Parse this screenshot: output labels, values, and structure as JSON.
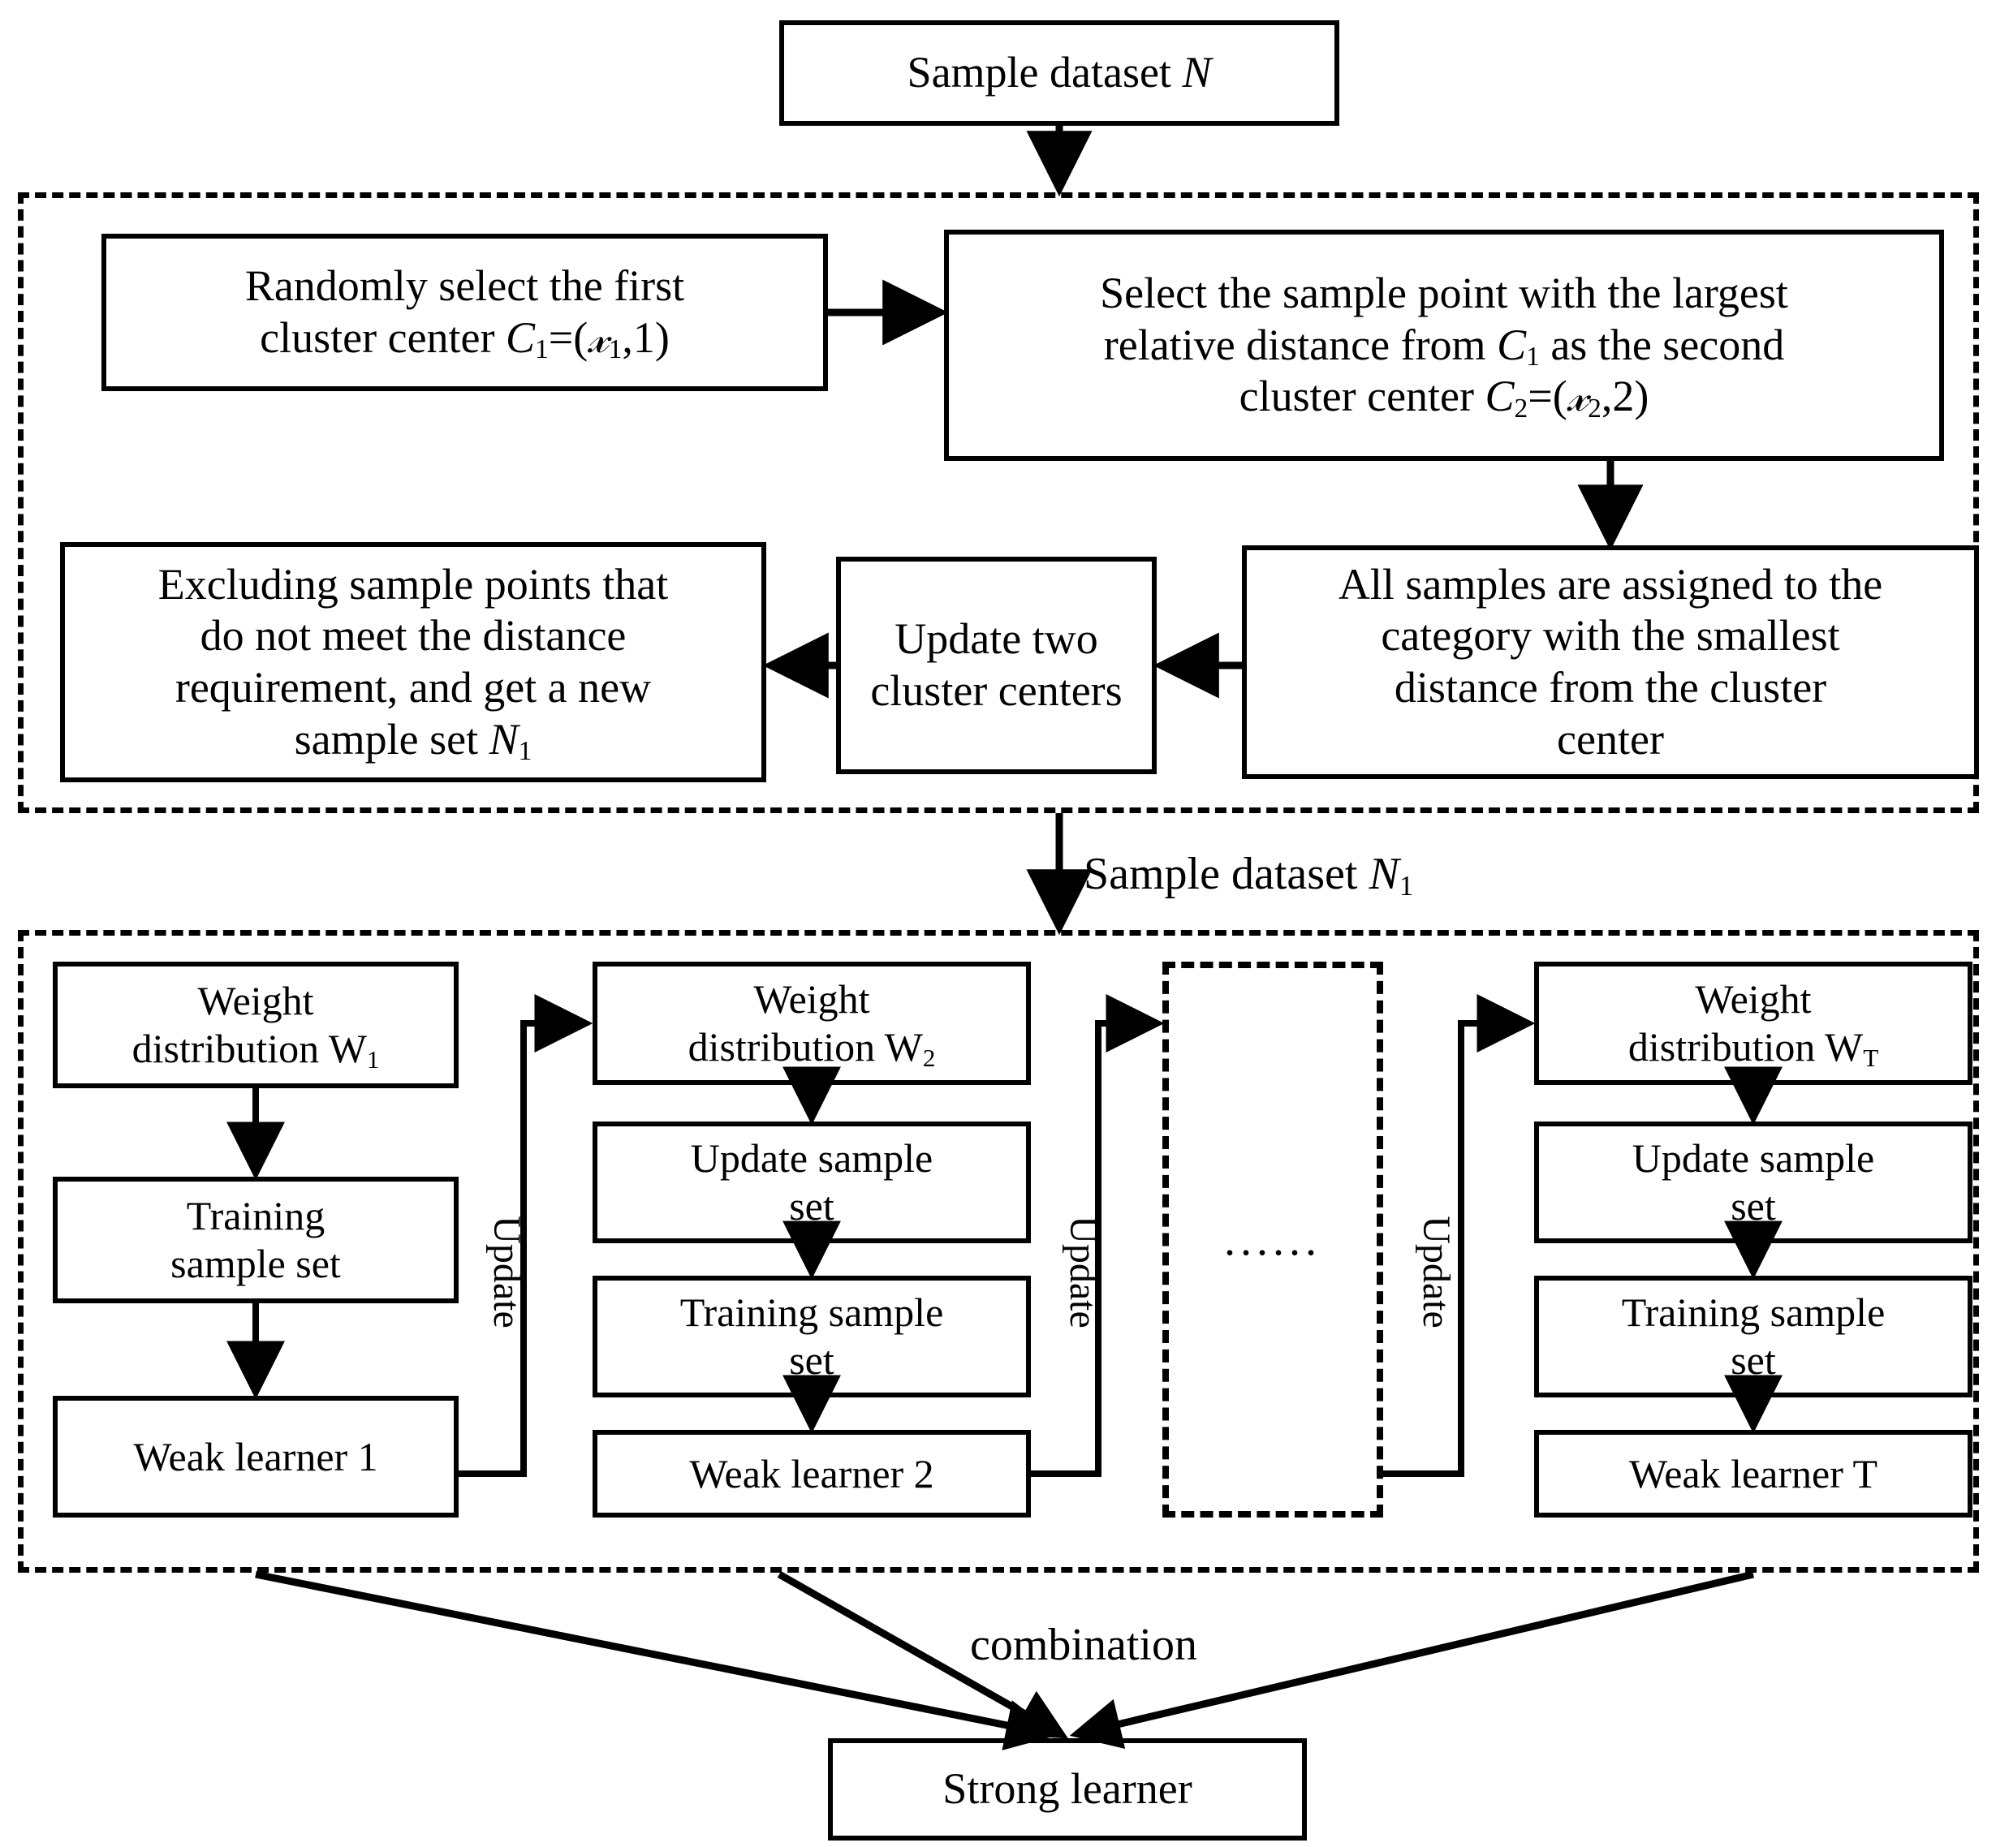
{
  "diagram": {
    "title_box": {
      "label": "Sample dataset N"
    },
    "edge_labels": {
      "sample_dataset_n1": "Sample dataset N1",
      "combination": "combination",
      "update": "Update"
    },
    "cluster_stage": {
      "boxes": [
        {
          "id": "random-first-center",
          "label": "Randomly select the first cluster center C1=(x1,1)"
        },
        {
          "id": "second-center",
          "label": "Select the sample point with the largest relative distance from C1 as the second cluster center C2=(x2,2)"
        },
        {
          "id": "assign-samples",
          "label": "All samples are assigned to the category with the smallest distance from the cluster center"
        },
        {
          "id": "update-centers",
          "label": "Update two cluster centers"
        },
        {
          "id": "exclude-points",
          "label": "Excluding sample points that do not meet the distance requirement, and get a new sample set N1"
        }
      ]
    },
    "boosting_stage": {
      "columns": [
        {
          "id": "round-1",
          "boxes": [
            {
              "id": "weight-distribution-1",
              "label": "Weight distribution W1"
            },
            {
              "id": "training-sample-set-1",
              "label": "Training sample set"
            },
            {
              "id": "weak-learner-1",
              "label": "Weak learner 1"
            }
          ],
          "update_label": "Update"
        },
        {
          "id": "round-2",
          "boxes": [
            {
              "id": "weight-distribution-2",
              "label": "Weight distribution W2"
            },
            {
              "id": "update-sample-set-2",
              "label": "Update sample set"
            },
            {
              "id": "training-sample-set-2",
              "label": "Training sample set"
            },
            {
              "id": "weak-learner-2",
              "label": "Weak learner 2"
            }
          ],
          "update_label": "Update"
        },
        {
          "id": "round-ellipsis",
          "boxes": [
            {
              "id": "ellipsis-placeholder",
              "label": "......"
            }
          ],
          "update_label": "Update"
        },
        {
          "id": "round-t",
          "boxes": [
            {
              "id": "weight-distribution-t",
              "label": "Weight distribution WT"
            },
            {
              "id": "update-sample-set-t",
              "label": "Update sample set"
            },
            {
              "id": "training-sample-set-t",
              "label": "Training sample set"
            },
            {
              "id": "weak-learner-t",
              "label": "Weak learner T"
            }
          ],
          "update_label": "Update"
        }
      ]
    },
    "output_box": {
      "label": "Strong learner"
    }
  }
}
